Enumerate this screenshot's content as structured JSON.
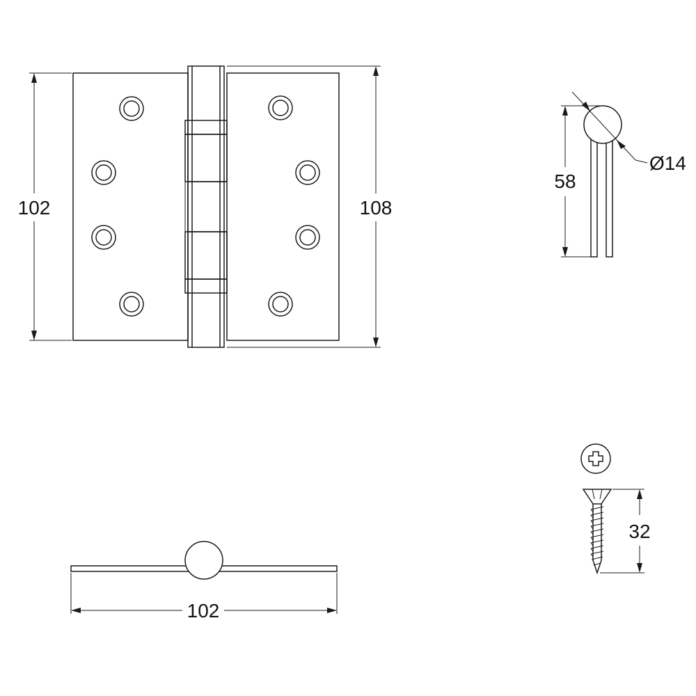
{
  "dimensions": {
    "front_height": "102",
    "front_total_height": "108",
    "side_height": "58",
    "knuckle_diameter": "Ø14",
    "plan_width": "102",
    "screw_length": "32"
  },
  "colors": {
    "line": "#1a1a1a",
    "background": "#ffffff"
  }
}
